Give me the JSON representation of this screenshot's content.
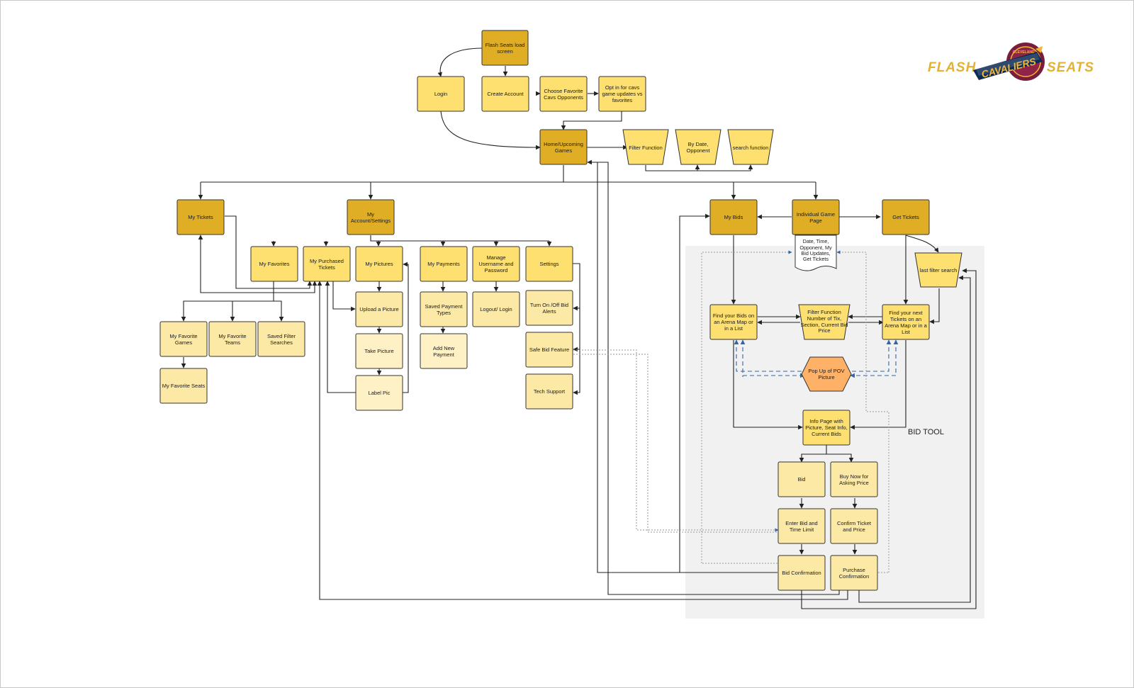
{
  "logo": {
    "left_word": "FLASH",
    "right_word": "SEATS",
    "badge_top": "CLEVELAND",
    "badge_main": "CAVALIERS"
  },
  "bid_tool_label": "BID TOOL",
  "colors": {
    "dark_gold": "#e0ae25",
    "gold": "#fde070",
    "light_gold": "#fde9a6",
    "pale_gold": "#fff1c6",
    "orange": "#ffb267",
    "bid_tool_panel": "#f1f1f1",
    "dashed_blue": "#2d66ad",
    "line": "#222222"
  },
  "nodes": {
    "flash_load": "Flash Seats load screen",
    "login": "Login",
    "create_account": "Create Account",
    "choose_favorite": "Choose Favorite Cavs Opponents",
    "opt_in": "Opt in for cavs game updates vs favorites",
    "home": "Home/Upcoming Games",
    "filter_function_top": "Filter Function",
    "by_date": "By Date, Opponent",
    "search_function": "search function",
    "my_tickets": "My Tickets",
    "my_account": "My Account/Settings",
    "my_bids": "My Bids",
    "individual_game": "Individual Game Page",
    "get_tickets": "Get Tickets",
    "game_details": "Date, Time, Opponent, My Bid Updates, Get Tickets",
    "last_filter": "last filter search",
    "my_favorites": "My Favorites",
    "my_purchased": "My Purchased Tickets",
    "my_pictures": "My Pictures",
    "my_payments": "My Payments",
    "manage_username": "Manage Username and Password",
    "settings": "Settings",
    "upload_picture": "Upload a Picture",
    "saved_payment": "Saved Payment Types",
    "logout_login": "Logout/ Login",
    "turn_on_off": "Turn On /Off Bid Alerts",
    "take_picture": "Take Picture",
    "add_payment": "Add New Payment",
    "safe_bid": "Safe Bid Feature",
    "label_pic": "Label Pic",
    "tech_support": "Tech Support",
    "fav_games": "My Favorite Games",
    "fav_teams": "My Favorite Teams",
    "saved_filter": "Saved Filter Searches",
    "fav_seats": "My Favorite Seats",
    "find_bids": "Find your Bids on an Arena Map or in a List",
    "filter_function_mid": "Filter Function Number of Tix, Section, Current Bid Price",
    "find_tickets": "Find your next Tickets on an Arena Map or in a List",
    "pop_up": "Pop Up of POV Picture",
    "info_page": "Info Page with Picture, Seat Info, Current Bids",
    "bid": "Bid",
    "buy_now": "Buy Now for Asking Price",
    "enter_bid": "Enter Bid and Time Limit",
    "confirm_ticket": "Confirm Ticket and Price",
    "bid_confirmation": "Bid Confirmation",
    "purchase_confirmation": "Purchase Confirmation"
  }
}
